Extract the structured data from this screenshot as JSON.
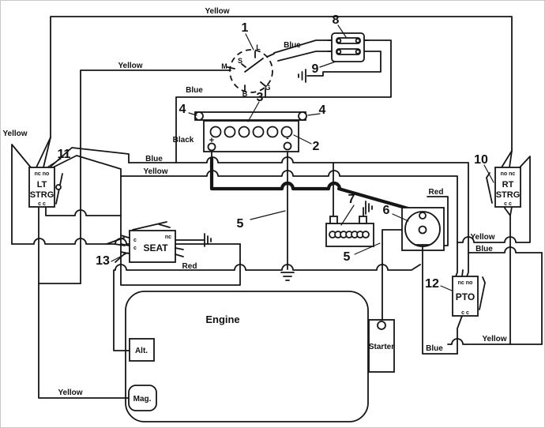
{
  "labels": {
    "yellow_top": "Yellow",
    "yellow_upper": "Yellow",
    "yellow_left": "Yellow",
    "yellow_mid": "Yellow",
    "yellow_mag": "Yellow",
    "yellow_pto_top": "Yellow",
    "yellow_pto_right": "Yellow",
    "blue_switch": "Blue",
    "blue_battery": "Blue",
    "blue_mid": "Blue",
    "blue_pto_top": "Blue",
    "blue_pto_bottom": "Blue",
    "black_battery": "Black",
    "red_solenoid": "Red",
    "red_engine": "Red"
  },
  "callouts": {
    "c1": "1",
    "c2": "2",
    "c3": "3",
    "c4_left": "4",
    "c4_right": "4",
    "c5_upper": "5",
    "c5_lower": "5",
    "c6": "6",
    "c7": "7",
    "c8": "8",
    "c9": "9",
    "c10": "10",
    "c11": "11",
    "c12": "12",
    "c13": "13"
  },
  "components": {
    "ignition_switch": {
      "m": "M",
      "s": "S",
      "l": "L",
      "b": "B",
      "g": "G"
    },
    "battery": {
      "plus": "+",
      "minus": "-"
    },
    "lt_strg": {
      "top": "nc no",
      "name1": "LT",
      "name2": "STRG",
      "bottom": "c c"
    },
    "rt_strg": {
      "top": "no nc",
      "name1": "RT",
      "name2": "STRG",
      "bottom": "c c"
    },
    "seat": {
      "c1": "c",
      "c2": "c",
      "label": "SEAT",
      "nc": "nc"
    },
    "pto": {
      "top": "nc no",
      "label": "PTO",
      "bottom": "c c"
    },
    "engine": {
      "label": "Engine"
    },
    "alt": {
      "label": "Alt."
    },
    "mag": {
      "label": "Mag."
    },
    "starter": {
      "label": "Starter"
    }
  }
}
